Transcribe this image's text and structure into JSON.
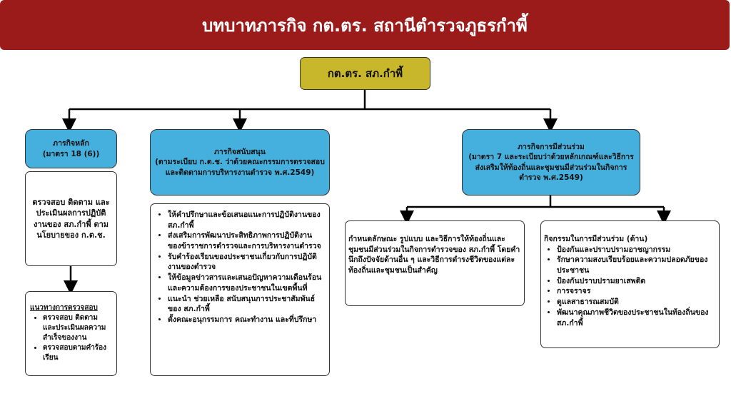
{
  "header": {
    "title": "บทบาทภารกิจ กต.ตร. สถานีตำรวจภูธรกำพี้"
  },
  "root": {
    "label": "กต.ตร. สภ.กำพี้"
  },
  "main_mission": {
    "title": "ภารกิจหลัก",
    "subtitle": "(มาตรา 18 (6))",
    "description": "ตรวจสอบ ติดตาม และประเมินผลการปฏิบัติงานของ สภ.กำพี้ ตามนโยบายของ ก.ต.ช.",
    "guideline_title": "แนวทางการตรวจสอบ",
    "guidelines": [
      "ตรวจสอบ ติดตาม และประเมินผลความสำเร็จของงาน",
      "ตรวจสอบตามคำร้องเรียน"
    ]
  },
  "support_mission": {
    "title": "ภารกิจสนับสนุน",
    "subtitle": "(ตามระเบียบ ก.ต.ช. ว่าด้วยคณะกรรมการตรวจสอบและติดตามการบริหารงานตำรวจ พ.ศ.2549)",
    "items": [
      "ให้คำปรึกษาและข้อเสนอแนะการปฏิบัติงานของ สภ.กำพี้",
      "ส่งเสริมการพัฒนาประสิทธิภาพการปฏิบัติงานของข้าราชการตำรวจและการบริหารงานตำรวจ",
      "รับคำร้องเรียนของประชาชนเกี่ยวกับการปฏิบัติงานของตำรวจ",
      "ให้ข้อมูลข่าวสารและเสนอปัญหาความเดือนร้อนและความต้องการของประชาชนในเขตพื้นที่",
      "แนะนำ ช่วยเหลือ สนับสนุนการประชาสัมพันธ์ของ สภ.กำพี้",
      "ตั้งคณะอนุกรรมการ คณะทำงาน และที่ปรึกษา"
    ]
  },
  "participation_mission": {
    "title": "ภารกิจการมีส่วนร่วม",
    "subtitle": "(มาตรา 7 และระเบียบว่าด้วยหลักเกณฑ์และวิธีการส่งเสริมให้ท้องถิ่นและชุมชนมีส่วนร่วมในกิจการตำรวจ พ.ศ.2549)",
    "description": "กำหนดลักษณะ รูปแบบ และวิธีการให้ท้องถิ่นและชุมชนมีส่วนร่วมในกิจการตำรวจของ สภ.กำพี้ โดยคำนึกถึงปัจจัยด้านอื่น ๆ และวิธีการดำรงชีวิตของแต่ละท้องถิ่นและชุมชนเป็นสำคัญ",
    "activities_title": "กิจกรรมในการมีส่วนร่วม (ด้าน)",
    "activities": [
      "ป้องกันและปราบปรามอาชญากรรม",
      "รักษาความสงบเรียบร้อยและความปลอดภัยของประชาชน",
      "ป้องกันปราบปรามยาเสพติด",
      "การจราจร",
      "ดูแลสาธารณสมบัติ",
      "พัฒนาคุณภาพชีวิตของประชาชนในท้องถิ่นของ สภ.กำพี้"
    ]
  },
  "colors": {
    "header": "#9b1a1a",
    "root": "#c8b72a",
    "category": "#45b0de"
  }
}
